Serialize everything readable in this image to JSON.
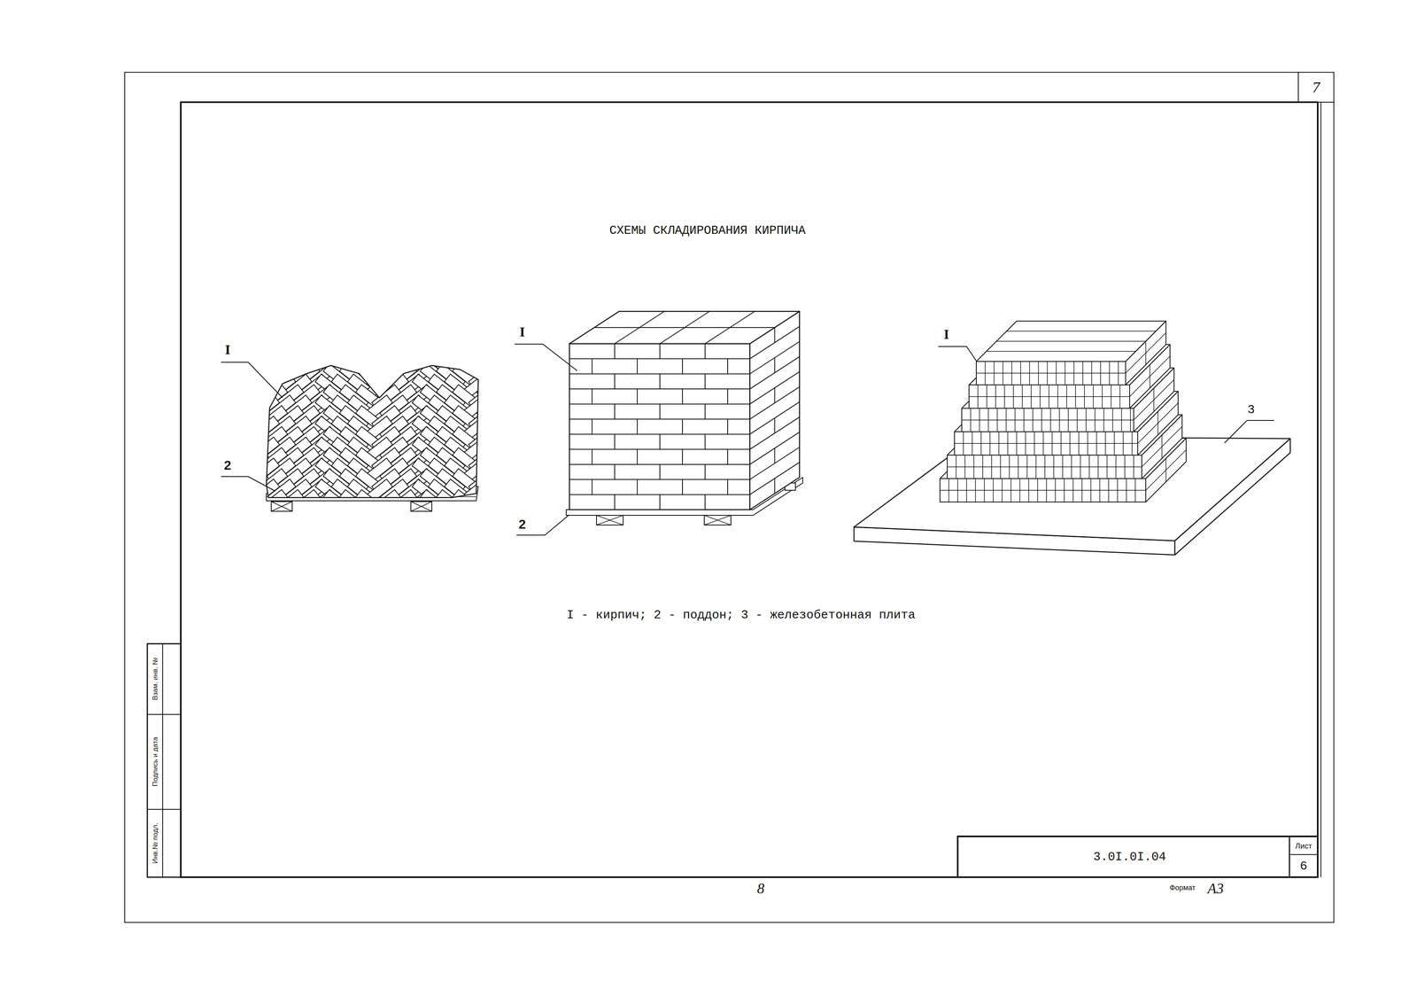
{
  "diagram": {
    "title": "СХЕМЫ СКЛАДИРОВАНИЯ КИРПИЧА",
    "caption": "I - кирпич; 2 - поддон; 3 - железобетонная плита",
    "labels": [
      "7",
      "I",
      "2",
      "I",
      "2",
      "I",
      "3",
      "Взам. инв. №",
      "Подпись и дата",
      "Инв.№ подл.",
      "3.0I.0I.04",
      "Лист",
      "6",
      "8",
      "Формат",
      "А3"
    ]
  }
}
